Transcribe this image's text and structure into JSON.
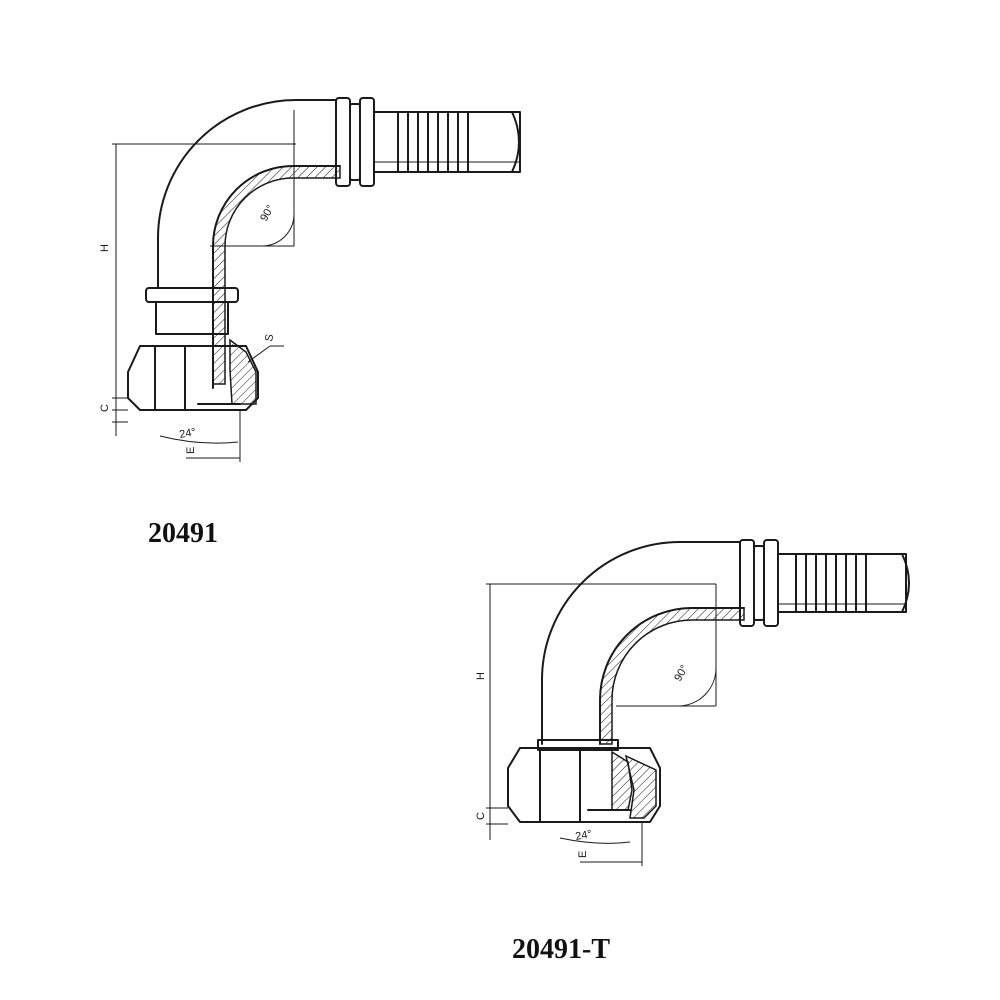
{
  "colors": {
    "line": "#1a1a1a",
    "background": "#ffffff"
  },
  "fittings": [
    {
      "caption": "20491",
      "labels": {
        "height": "H",
        "c": "C",
        "e": "E",
        "s": "S",
        "seat_angle": "24°",
        "bend_angle": "90°"
      }
    },
    {
      "caption": "20491-T",
      "labels": {
        "height": "H",
        "c": "C",
        "e": "E",
        "seat_angle": "24°",
        "bend_angle": "90°"
      }
    }
  ]
}
